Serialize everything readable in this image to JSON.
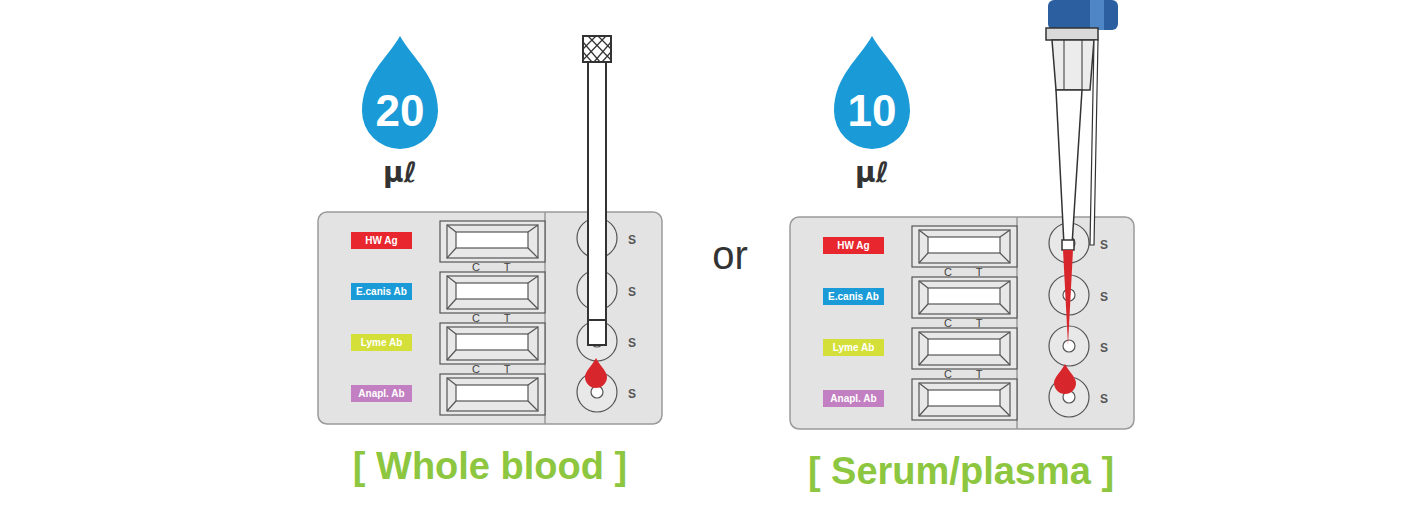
{
  "diagram": {
    "nodes": [
      {
        "text": [
          "20",
          "μℓ"
        ]
      },
      {
        "text": [
          "[ Whole blood ]"
        ]
      },
      {
        "text": [
          "HW Ag"
        ],
        "in": 1
      },
      {
        "text": [
          "E.canis Ab"
        ],
        "in": 1
      },
      {
        "text": [
          "Lyme Ab"
        ],
        "in": 1
      },
      {
        "text": [
          "Anapl. Ab"
        ],
        "in": 1
      },
      {
        "text": [
          "10",
          "μℓ"
        ]
      },
      {
        "text": [
          "[ Serum/plasma ]"
        ]
      },
      {
        "text": [
          "HW Ag"
        ],
        "in": 7
      },
      {
        "text": [
          "E.canis Ab"
        ],
        "in": 7
      },
      {
        "text": [
          "Lyme Ab"
        ],
        "in": 7
      },
      {
        "text": [
          "Anapl. Ab"
        ],
        "in": 7
      }
    ],
    "labels": [
      "C",
      "T",
      "C",
      "T",
      "C",
      "T",
      "S",
      "S",
      "S",
      "S",
      "or",
      "C",
      "T",
      "C",
      "T",
      "C",
      "T",
      "S",
      "S",
      "S",
      "S"
    ]
  }
}
